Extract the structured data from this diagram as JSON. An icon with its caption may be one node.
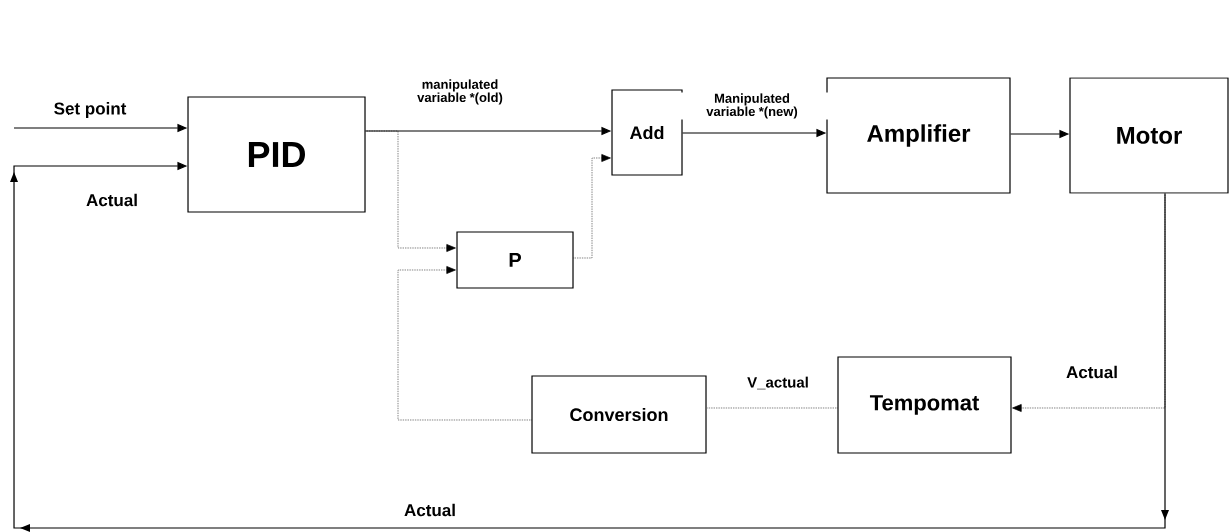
{
  "diagram": {
    "nodes": [
      {
        "text": [
          "PID"
        ]
      },
      {
        "text": [
          "Add"
        ]
      },
      {
        "text": [
          "Amplifier"
        ]
      },
      {
        "text": [
          "Motor"
        ]
      },
      {
        "text": [
          "P"
        ]
      },
      {
        "text": [
          "Conversion"
        ]
      },
      {
        "text": [
          "Tempomat"
        ]
      }
    ],
    "edges": [
      {
        "from": null,
        "to": 0,
        "arrow": "to",
        "label": "Set point"
      },
      {
        "from": 3,
        "to": 0,
        "arrow": "to",
        "label": "Actual"
      },
      {
        "from": 0,
        "to": 1,
        "arrow": "to",
        "label": "manipulated variable *(old)"
      },
      {
        "from": 0,
        "to": 4,
        "arrow": "to",
        "style": "dashed"
      },
      {
        "from": 4,
        "to": 1,
        "arrow": "to",
        "style": "dashed"
      },
      {
        "from": 1,
        "to": 2,
        "arrow": "to",
        "label": "Manipulated variable *(new)"
      },
      {
        "from": 2,
        "to": 3,
        "arrow": "to"
      },
      {
        "from": 3,
        "to": 6,
        "arrow": "to",
        "style": "dashed",
        "label": "Actual"
      },
      {
        "from": 6,
        "to": 5,
        "arrow": "none",
        "style": "dashed",
        "label": "V_actual"
      },
      {
        "from": 5,
        "to": 4,
        "arrow": "to",
        "style": "dashed"
      }
    ],
    "labels": [
      "Actual"
    ]
  }
}
